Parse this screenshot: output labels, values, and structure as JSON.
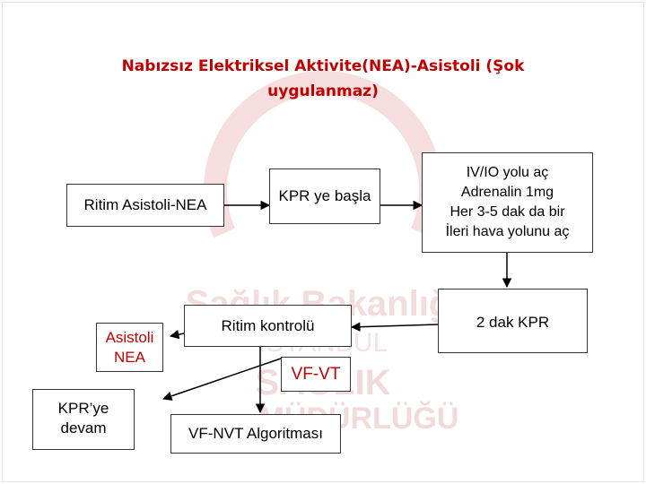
{
  "title": {
    "line1": "Nabızsız Elektriksel Aktivite(NEA)-Asistoli (Şok",
    "line2": "uygulanmaz)"
  },
  "nodes": {
    "ritim_asistoli": "Ritim Asistoli-NEA",
    "kpr_basla": "KPR ye başla",
    "iv_io": "IV/IO yolu aç\nAdrenalin 1mg\nHer 3-5 dak da bir\nİleri hava yolunu aç",
    "kpr_2dak": "2 dak KPR",
    "ritim_kontrol": "Ritim kontrolü",
    "asistoli_nea": "Asistoli\nNEA",
    "vf_vt": "VF-VT",
    "kpr_devam": "KPR’ye\ndevam",
    "vf_nvt": "VF-NVT Algoritması"
  },
  "watermark": {
    "line1": "Sağlık Bakanlığı",
    "line2": "İSTANBUL",
    "line3": "SAĞLIK",
    "line4": "MÜDÜRLÜĞÜ"
  },
  "colors": {
    "accent": "#c00000",
    "watermark": "#f2d4d4"
  }
}
